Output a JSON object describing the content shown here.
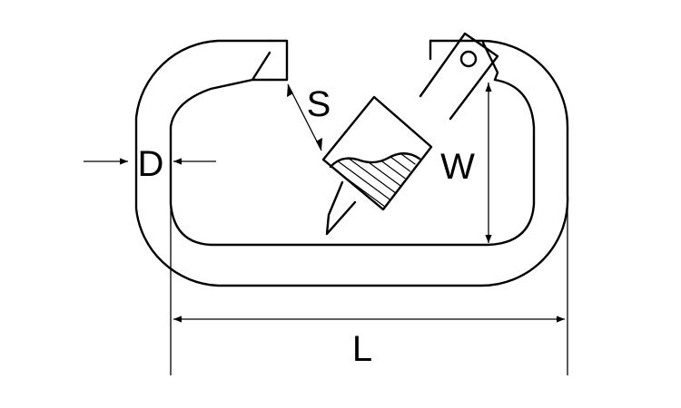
{
  "labels": {
    "d": "D",
    "s": "S",
    "w": "W",
    "l": "L"
  },
  "colors": {
    "line": "#000000",
    "background": "#ffffff"
  }
}
